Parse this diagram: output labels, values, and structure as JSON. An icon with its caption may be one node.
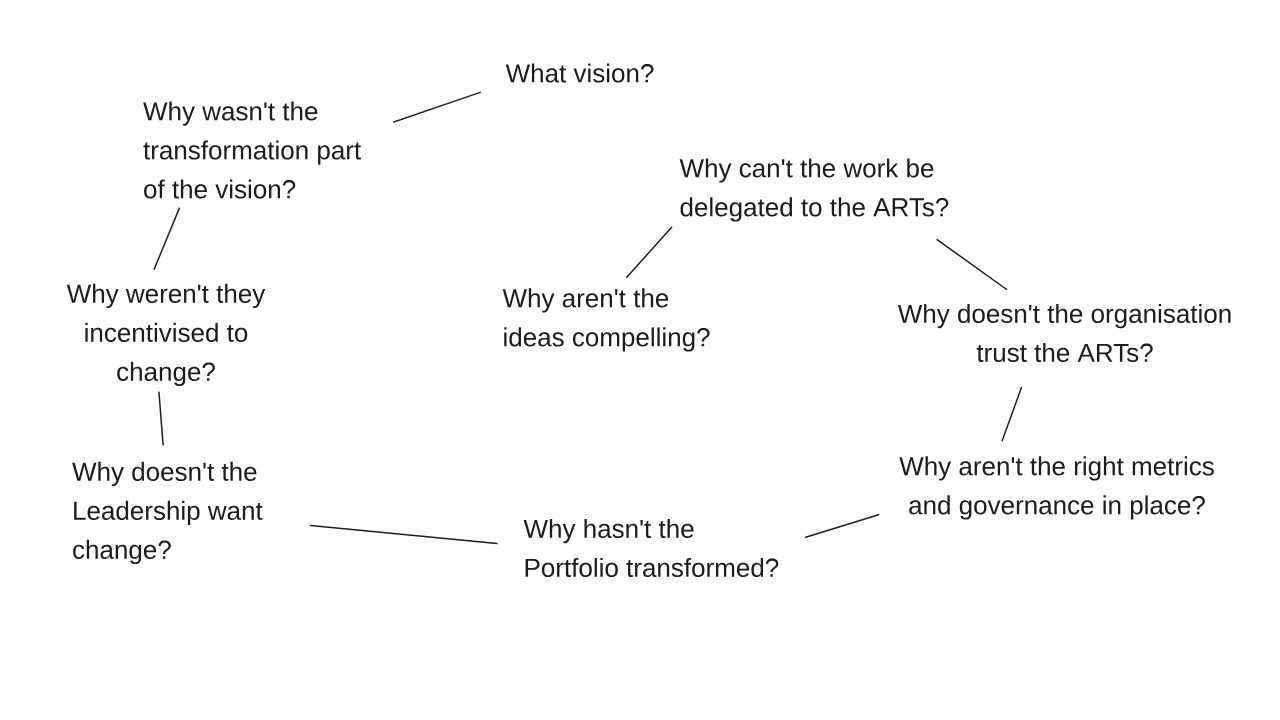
{
  "diagram": {
    "nodes": [
      {
        "text": [
          "What vision?"
        ]
      },
      {
        "text": [
          "Why wasn't the transformation part of the vision?"
        ]
      },
      {
        "text": [
          "Why can't the work be delegated to the ARTs?"
        ]
      },
      {
        "text": [
          "Why weren't they incentivised to change?"
        ]
      },
      {
        "text": [
          "Why aren't the ideas compelling?"
        ]
      },
      {
        "text": [
          "Why doesn't the organisation trust the ARTs?"
        ]
      },
      {
        "text": [
          "Why doesn't the Leadership want change?"
        ]
      },
      {
        "text": [
          "Why aren't the right metrics and governance in place?"
        ]
      },
      {
        "text": [
          "Why hasn't the Portfolio transformed?"
        ]
      }
    ],
    "edges": [
      {
        "from": 8,
        "to": 6,
        "arrow": "none"
      },
      {
        "from": 6,
        "to": 3,
        "arrow": "none"
      },
      {
        "from": 3,
        "to": 1,
        "arrow": "none"
      },
      {
        "from": 1,
        "to": 0,
        "arrow": "none"
      },
      {
        "from": 8,
        "to": 7,
        "arrow": "none"
      },
      {
        "from": 7,
        "to": 5,
        "arrow": "none"
      },
      {
        "from": 5,
        "to": 2,
        "arrow": "none"
      },
      {
        "from": 2,
        "to": 4,
        "arrow": "none"
      }
    ]
  }
}
